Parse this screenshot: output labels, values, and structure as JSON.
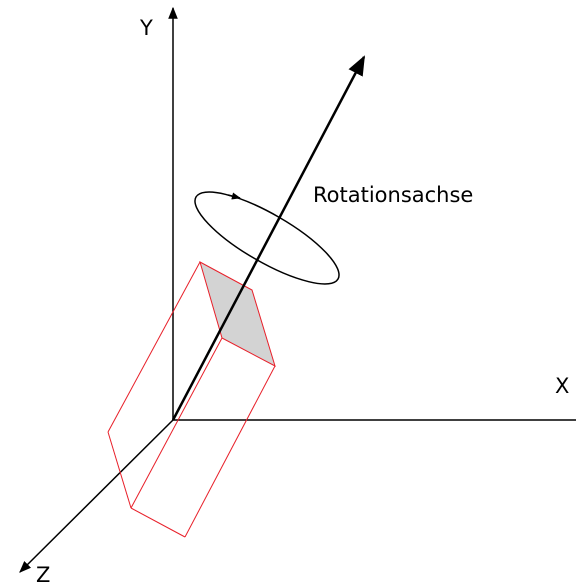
{
  "labels": {
    "y_axis": "Y",
    "x_axis": "X",
    "z_axis": "Z",
    "rotation_axis": "Rotationsachse"
  },
  "colors": {
    "axes": "#000000",
    "prism_edges": "#e8202a",
    "shaded_face": "#d3d3d3",
    "background": "#ffffff"
  }
}
